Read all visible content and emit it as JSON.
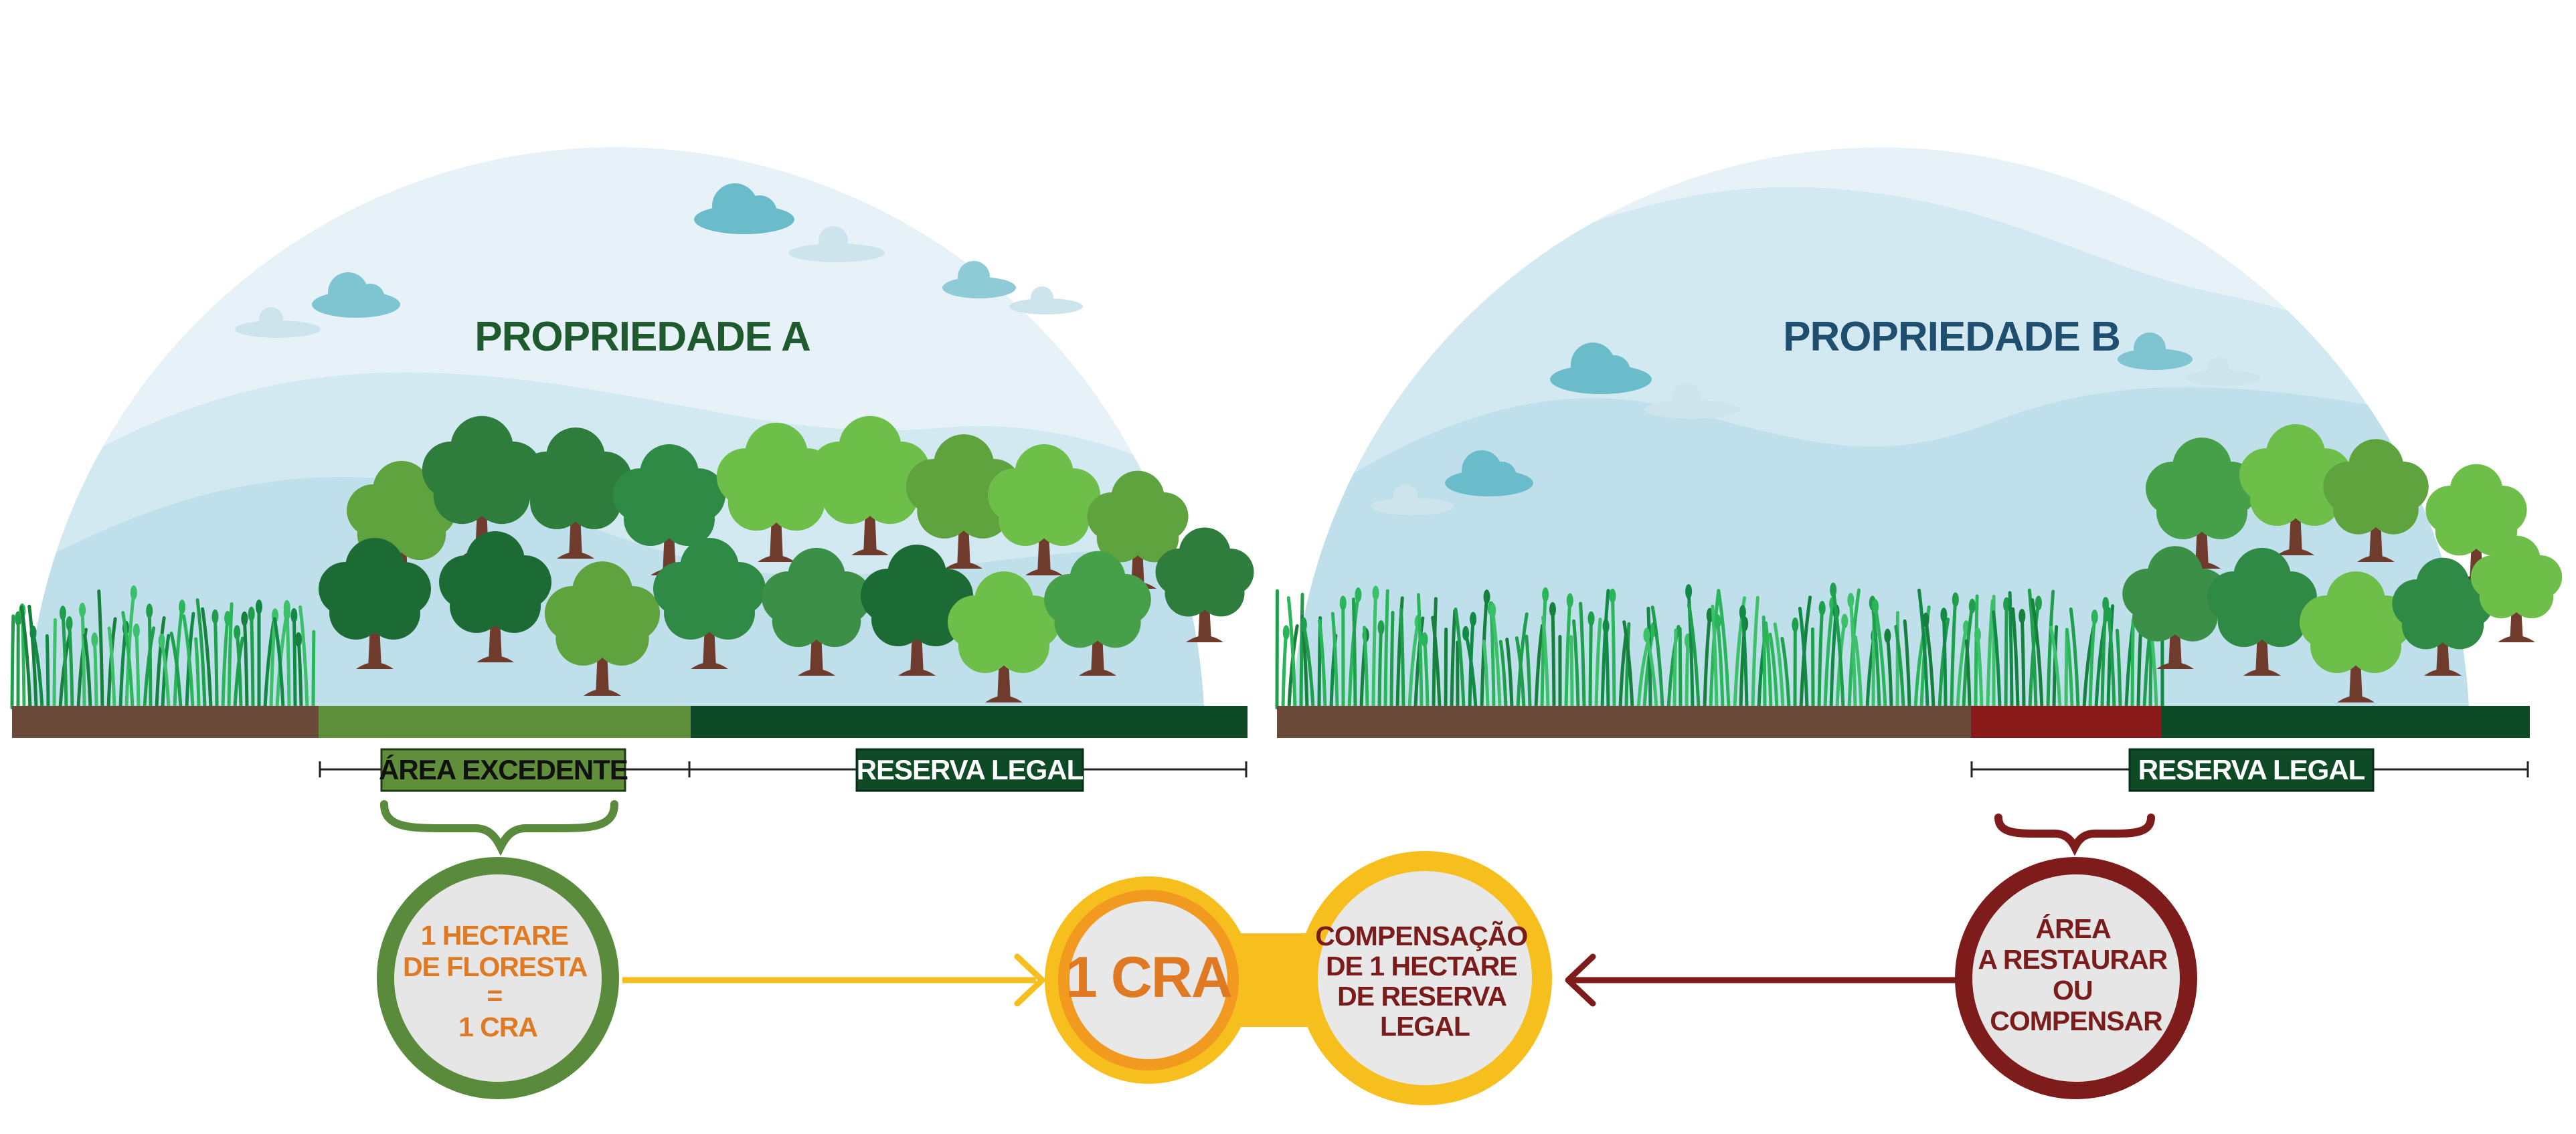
{
  "property_a": {
    "title": "PROPRIEDADE A",
    "excess_label": "ÁREA EXCEDENTE",
    "reserve_label": "RESERVA LEGAL",
    "circle_lines": [
      "1 HECTARE",
      "DE FLORESTA",
      "=",
      "1 CRA"
    ]
  },
  "property_b": {
    "title": "PROPRIEDADE B",
    "reserve_label": "RESERVA LEGAL",
    "circle_lines": [
      "ÁREA",
      "A RESTAURAR",
      "OU",
      "COMPENSAR"
    ]
  },
  "center": {
    "cra_label": "1 CRA",
    "compensation_lines": [
      "COMPENSAÇÃO",
      "DE 1 HECTARE",
      "DE RESERVA",
      "LEGAL"
    ]
  },
  "colors": {
    "title_a": "#1e5a2e",
    "title_b": "#1f4e6e",
    "sky_light": "#e6f2f8",
    "sky_mid": "#d3e9f2",
    "hill": "#bfe0ea",
    "cloud": "#6bbccb",
    "soil": "#6b4a3a",
    "excess_green": "#5f8f3a",
    "reserve_green": "#0f4a26",
    "restore_red": "#8a1a1a",
    "circle_green": "#5a8a3c",
    "circle_red": "#7e1c1c",
    "cra_orange": "#f29a1f",
    "cra_yellow": "#f7bf1e",
    "text_orange": "#e07a22",
    "text_red": "#7a1c1c"
  }
}
